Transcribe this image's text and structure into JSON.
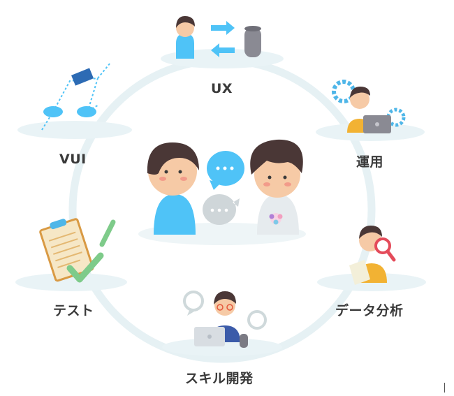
{
  "diagram": {
    "center_label": "",
    "nodes": [
      {
        "id": "ux",
        "label": "UX",
        "icon": "voice-speaker-exchange-icon"
      },
      {
        "id": "ops",
        "label": "運用",
        "icon": "operator-with-gears-icon"
      },
      {
        "id": "analytics",
        "label": "データ分析",
        "icon": "magnifier-analysis-icon"
      },
      {
        "id": "skill",
        "label": "スキル開発",
        "icon": "developer-laptop-icon"
      },
      {
        "id": "test",
        "label": "テスト",
        "icon": "clipboard-check-icon"
      },
      {
        "id": "vui",
        "label": "VUI",
        "icon": "flow-diagram-icon"
      }
    ],
    "center": {
      "icon": "conversation-people-icon"
    }
  },
  "colors": {
    "ring": "#e8f2f5",
    "platform": "#e9f3f6",
    "blue_accent": "#4fc3f7",
    "skin": "#f6caa6",
    "hair": "#4a3736",
    "green_check": "#7ecb8a",
    "orange_shirt": "#f2b233",
    "gear_blue": "#4fb6e8"
  }
}
